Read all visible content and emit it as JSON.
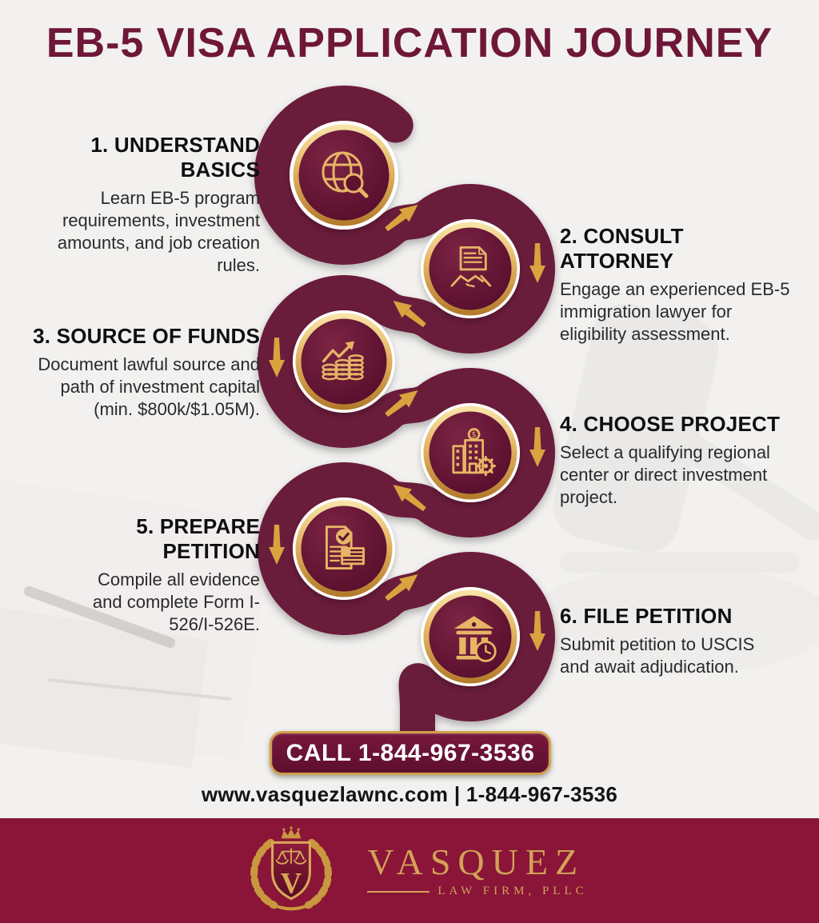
{
  "title": "EB-5 VISA APPLICATION JOURNEY",
  "steps": [
    {
      "number": "1.",
      "title": "UNDERSTAND BASICS",
      "body": "Learn EB-5 program requirements, investment amounts, and job creation rules.",
      "icon": "globe-search-icon"
    },
    {
      "number": "2.",
      "title": "CONSULT ATTORNEY",
      "body": "Engage an experienced EB-5 immigration lawyer for eligibility assessment.",
      "icon": "document-handshake-icon"
    },
    {
      "number": "3.",
      "title": "SOURCE OF FUNDS",
      "body": "Document lawful source and path of investment capital (min. $800k/$1.05M).",
      "icon": "coins-growth-icon"
    },
    {
      "number": "4.",
      "title": "CHOOSE PROJECT",
      "body": "Select a qualifying regional center or direct investment project.",
      "icon": "building-gear-icon"
    },
    {
      "number": "5.",
      "title": "PREPARE PETITION",
      "body": "Compile all evidence and complete Form I-526/I-526E.",
      "icon": "petition-check-flag-icon"
    },
    {
      "number": "6.",
      "title": "FILE PETITION",
      "body": "Submit petition to USCIS and await adjudication.",
      "icon": "bank-clock-icon"
    }
  ],
  "cta": {
    "call_label": "CALL 1-844-967-3536"
  },
  "contact_line": "www.vasquezlawnc.com | 1-844-967-3536",
  "footer": {
    "firm_name": "VASQUEZ",
    "firm_subtitle": "LAW FIRM, PLLC",
    "monogram": "V"
  },
  "icon_glyphs": {
    "dollar": "$"
  },
  "colors": {
    "ribbon_maroon": "#6b1a3a",
    "title_maroon": "#6e1738",
    "circle_fill": "#5e1230",
    "gold": "#d9a74f",
    "footer_band": "#8a1538",
    "background": "#f2f1ef"
  }
}
